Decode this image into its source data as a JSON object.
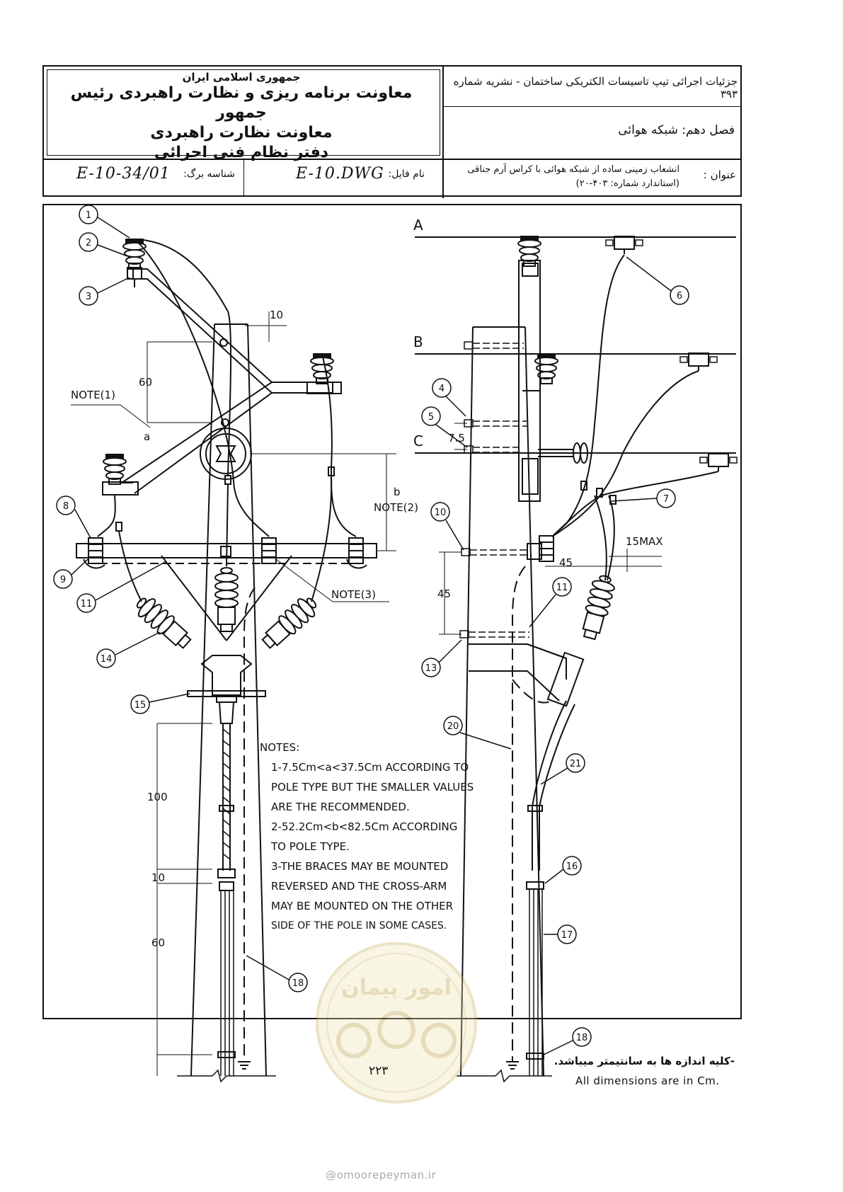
{
  "header": {
    "org_line1": "جمهوری اسلامی ایران",
    "org_line2": "معاونت برنامه ریزی و نظارت راهبردی رئیس جمهور",
    "org_line3": "معاونت نظارت راهبردی",
    "org_line4": "دفتر نظام فنی اجرائی",
    "publication": "جزئیات اجرائی تیپ تاسیسات الکتریکی ساختمان - نشریه شماره ۳۹۳",
    "chapter_label": "فصل دهم:",
    "chapter_value": "شبکه هوائی",
    "title_label": "عنوان :",
    "title_line1": "انشعاب زمینی ساده از شبکه هوائی با کراس آرم جناقی",
    "title_line2": "(استاندارد شماره: ۴۰۳-۲۰)",
    "file_label": "نام فایل:",
    "file_value": "E-10.DWG",
    "sheet_label": "شناسه برگ:",
    "sheet_value": "E-10-34/01"
  },
  "drawing": {
    "phase_labels": [
      "A",
      "B",
      "C"
    ],
    "callouts": [
      "1",
      "2",
      "3",
      "4",
      "5",
      "6",
      "7",
      "8",
      "9",
      "10",
      "11",
      "11",
      "13",
      "14",
      "15",
      "16",
      "17",
      "18",
      "18",
      "20",
      "21"
    ],
    "dimensions": {
      "d10_top": "10",
      "d60_top": "60",
      "note1": "NOTE(1)",
      "a": "a",
      "b": "b",
      "note2": "NOTE(2)",
      "note3": "NOTE(3)",
      "d100": "100",
      "d10_mid": "10",
      "d60_bottom": "60",
      "d7_5": "7.5",
      "d15max": "15MAX",
      "d45_right": "45",
      "d45_left": "45"
    },
    "notes": {
      "heading": "NOTES:",
      "lines": [
        "1-7.5Cm<a<37.5Cm ACCORDING TO",
        "POLE TYPE BUT THE SMALLER VALUES",
        "ARE THE RECOMMENDED.",
        "2-52.2Cm<b<82.5Cm ACCORDING",
        "TO POLE TYPE.",
        "3-THE BRACES MAY BE MOUNTED",
        "REVERSED AND THE CROSS-ARM",
        "MAY BE MOUNTED ON THE OTHER",
        "SIDE OF THE POLE IN SOME CASES."
      ]
    },
    "dimension_note_fa": "-کلیه اندازه ها به سانتیمتر میباشد.",
    "dimension_note_en": "All dimensions are in Cm.",
    "page_number": "۲۲۳",
    "watermark_text": "امور پیمان"
  },
  "footer": {
    "website": "@omoorepeyman.ir"
  }
}
